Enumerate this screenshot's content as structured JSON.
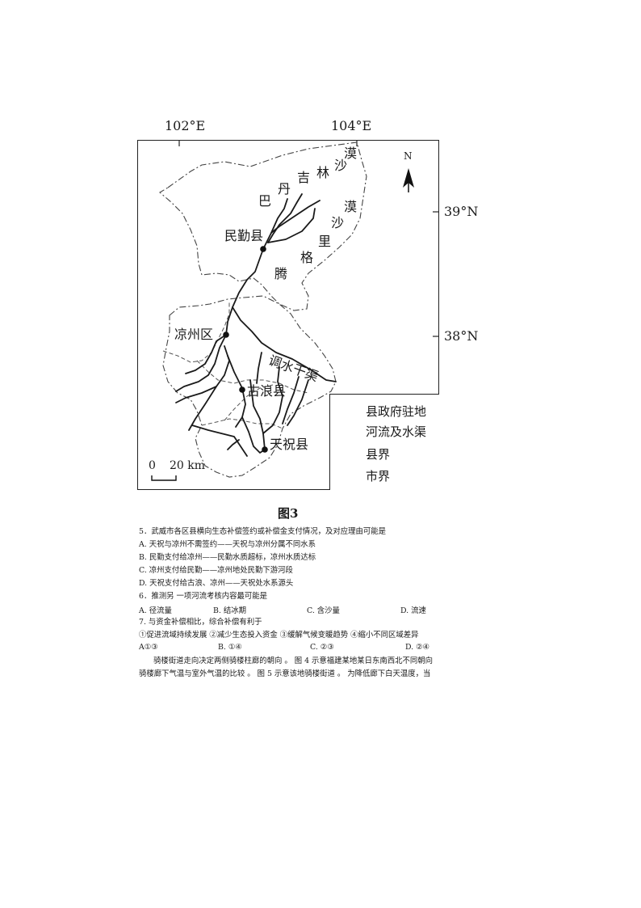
{
  "map": {
    "lon_labels": [
      "102°E",
      "104°E"
    ],
    "lat_labels": [
      "39°N",
      "38°N"
    ],
    "north": "N",
    "desert_chars": [
      "巴",
      "丹",
      "吉",
      "林",
      "沙",
      "漠",
      "漠",
      "沙",
      "里",
      "格",
      "腾"
    ],
    "places": {
      "minqin": "民勤县",
      "liangzhou": "凉州区",
      "gulang": "古浪县",
      "tianzhu": "天祝县",
      "canal": "调水干渠"
    },
    "scale": {
      "zero": "0",
      "dist": "20 km"
    },
    "legend": {
      "seat": "县政府驻地",
      "river": "河流及水渠",
      "county_border": "县界",
      "city_border": "市界"
    },
    "caption": "图3"
  },
  "questions": {
    "q5": "5．武威市各区县横向生态补偿签约或补偿金支付情况，及对应理由可能是",
    "q5_a": "A. 天祝与凉州不需签约——天祝与凉州分属不同水系",
    "q5_b": "B. 民勤支付给凉州——民勤水质超标，凉州水质达标",
    "q5_c": "C. 凉州支付给民勤——凉州地处民勤下游河段",
    "q5_d": "D. 天祝支付给古浪、凉州——天祝处水系源头",
    "q6": "6．推测另  一项河流考核内容最可能是",
    "q6_opts": [
      "A.  径流量",
      "B.  结冰期",
      "C.  含沙量",
      "D.  流速"
    ],
    "q7": "7. 与资金补偿相比，综合补偿有利于",
    "q7_items": "①促进流域持续发展   ②减少生态投入资金   ③缓解气候变暖趋势   ④缩小不同区域差异",
    "q7_opts": [
      "A①③",
      "B. ①④",
      "C. ②③",
      "D. ②④"
    ],
    "para1": "骑楼街道走向决定两侧骑楼柱廊的朝向 。 图 4 示意福建某地某日东南西北不同朝向",
    "para2": "骑楼廊下气温与室外气温的比较 。 图 5 示意该地骑楼街道 。 为降低廊下白天温度，当"
  }
}
